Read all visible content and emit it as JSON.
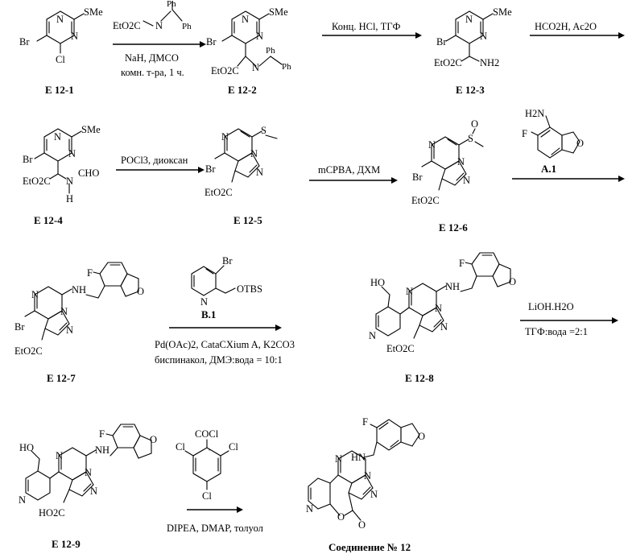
{
  "compounds": {
    "e12_1": "E 12-1",
    "e12_2": "E 12-2",
    "e12_3": "E 12-3",
    "e12_4": "E 12-4",
    "e12_5": "E 12-5",
    "e12_6": "E 12-6",
    "e12_7": "E 12-7",
    "e12_8": "E 12-8",
    "e12_9": "E 12-9",
    "a1": "A.1",
    "b1": "B.1",
    "final": "Соединение № 12"
  },
  "atoms": {
    "sme": "SMe",
    "n": "N",
    "br": "Br",
    "cl": "Cl",
    "ph": "Ph",
    "nh2": "NH2",
    "nh": "NH",
    "h": "H",
    "cho": "CHO",
    "s": "S",
    "o": "O",
    "f": "F",
    "ho": "HO",
    "otbs": "OTBS",
    "etoc": "EtO2C",
    "ho2c": "HO2C",
    "cocl": "COCl",
    "h2n": "H2N",
    "reagent_glycinate": "EtO2C"
  },
  "conditions": {
    "step1_line1": "NaH, ДМСО",
    "step1_line2": "комн. т-ра, 1 ч.",
    "step2": "Конц. HCl, ТГФ",
    "step3": "HCO2H, Ac2O",
    "step4": "POCl3, диоксан",
    "step5": "mCPBA, ДХМ",
    "step7_line1": "Pd(OAc)2, CataCXium A, K2CO3",
    "step7_line2": "биспинакол, ДМЭ:вода = 10:1",
    "step8_line1": "LiOH.H2O",
    "step8_line2": "ТГФ:вода =2:1",
    "step9": "DIPEA, DMAP, толуол"
  }
}
